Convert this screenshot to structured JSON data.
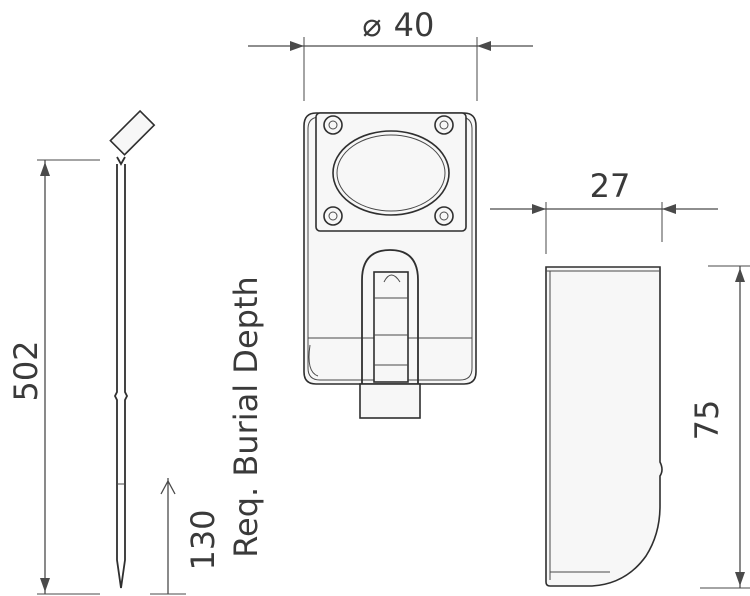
{
  "dimensions": {
    "diameter": "40",
    "diameter_symbol": "⌀",
    "width": "27",
    "total_length": "502",
    "height": "75",
    "burial_depth": "130",
    "burial_label": "Req. Burial Depth"
  }
}
